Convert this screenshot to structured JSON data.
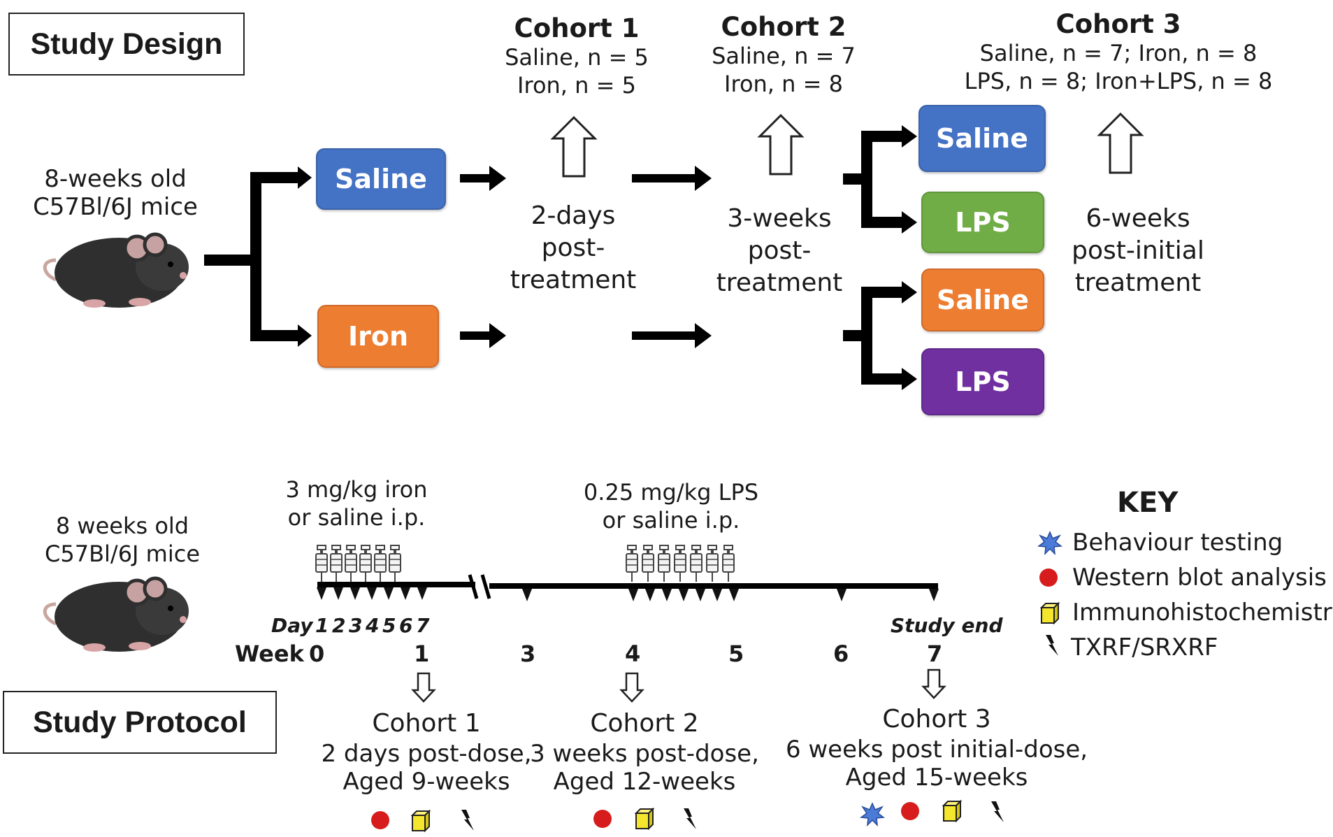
{
  "design": {
    "title": "Study Design",
    "mice_label_line1": "8-weeks old",
    "mice_label_line2": "C57Bl/6J mice",
    "saline": "Saline",
    "iron": "Iron",
    "lps": "LPS",
    "cohort1": {
      "title": "Cohort 1",
      "line1": "Saline, n = 5",
      "line2": "Iron, n = 5"
    },
    "cohort2": {
      "title": "Cohort 2",
      "line1": "Saline, n = 7",
      "line2": "Iron, n = 8"
    },
    "cohort3": {
      "title": "Cohort 3",
      "line1": "Saline, n = 7; Iron, n = 8",
      "line2": "LPS, n = 8; Iron+LPS, n = 8"
    },
    "tp1": [
      "2-days",
      "post-",
      "treatment"
    ],
    "tp2": [
      "3-weeks",
      "post-",
      "treatment"
    ],
    "tp3": [
      "6-weeks",
      "post-initial",
      "treatment"
    ],
    "colors": {
      "blue": "#4472c4",
      "orange": "#ed7d31",
      "green": "#70ad47",
      "purple": "#7030a0"
    }
  },
  "protocol": {
    "title": "Study Protocol",
    "mice_label_line1": "8 weeks old",
    "mice_label_line2": "C57Bl/6J mice",
    "dose1_line1": "3 mg/kg iron",
    "dose1_line2": "or saline i.p.",
    "dose2_line1": "0.25 mg/kg LPS",
    "dose2_line2": "or saline i.p.",
    "day_label": "Day",
    "days": [
      "1",
      "2",
      "3",
      "4",
      "5",
      "6",
      "7"
    ],
    "study_end": "Study end",
    "week_label": "Week",
    "weeks": [
      "0",
      "1",
      "3",
      "4",
      "5",
      "6",
      "7"
    ],
    "cohort1": {
      "title": "Cohort 1",
      "line1": "2 days post-dose,",
      "line2": "Aged 9-weeks"
    },
    "cohort2": {
      "title": "Cohort 2",
      "line1": "3 weeks post-dose,",
      "line2": "Aged 12-weeks"
    },
    "cohort3": {
      "title": "Cohort 3",
      "line1": "6 weeks post initial-dose,",
      "line2": "Aged 15-weeks"
    }
  },
  "key": {
    "title": "KEY",
    "items": [
      {
        "icon": "behaviour-icon",
        "label": "Behaviour  testing"
      },
      {
        "icon": "western-blot-icon",
        "label": "Western blot analysis"
      },
      {
        "icon": "ihc-cube-icon",
        "label": "Immunohistochemistry"
      },
      {
        "icon": "xrf-bolt-icon",
        "label": "TXRF/SRXRF"
      }
    ]
  }
}
